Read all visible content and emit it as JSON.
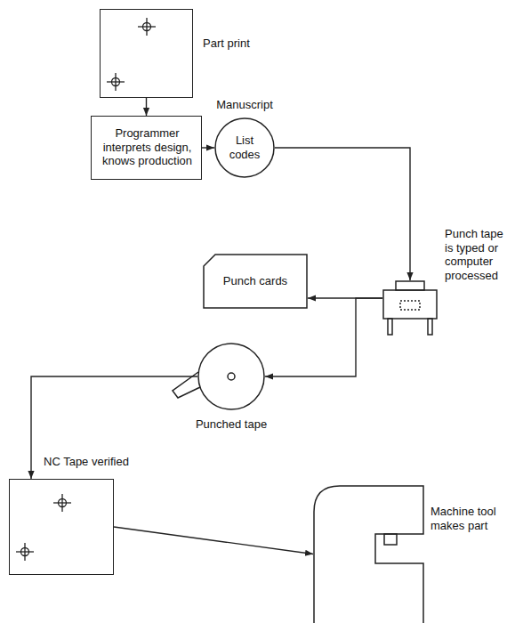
{
  "diagram": {
    "nodes": [
      {
        "text": [
          "Part print"
        ]
      },
      {
        "text": [
          "Programmer interprets design, knows production"
        ]
      },
      {
        "text": [
          "Manuscript",
          "List codes"
        ]
      },
      {
        "text": [
          "Punch tape is typed or computer processed"
        ]
      },
      {
        "text": [
          "Punch cards"
        ]
      },
      {
        "text": [
          "Punched tape"
        ]
      },
      {
        "text": [
          "NC Tape verified"
        ]
      },
      {
        "text": [
          "Machine tool makes part"
        ]
      }
    ],
    "edges": [
      {
        "from": 0,
        "to": 1,
        "arrow": "to"
      },
      {
        "from": 1,
        "to": 2,
        "arrow": "to"
      },
      {
        "from": 2,
        "to": 3,
        "arrow": "to"
      },
      {
        "from": 3,
        "to": 4,
        "arrow": "to"
      },
      {
        "from": 3,
        "to": 5,
        "arrow": "to"
      },
      {
        "from": 5,
        "to": 6,
        "arrow": "to"
      },
      {
        "from": 6,
        "to": 7,
        "arrow": "to"
      }
    ]
  }
}
